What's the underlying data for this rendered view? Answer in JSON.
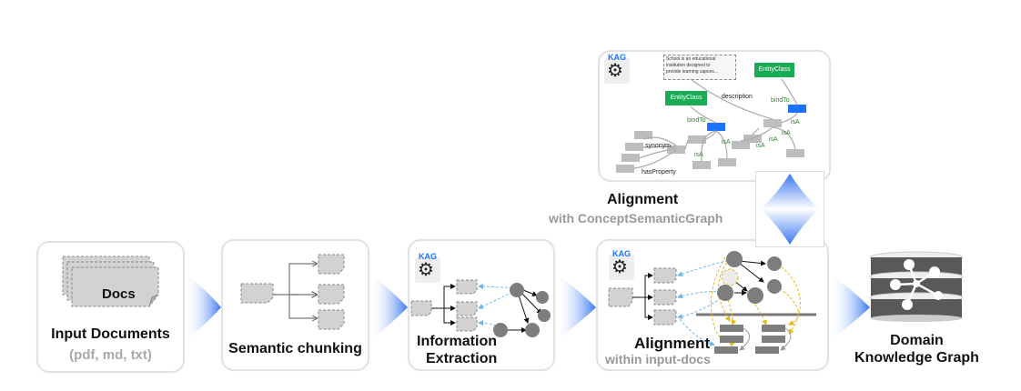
{
  "stages": [
    {
      "title": "Input Documents",
      "subtitle": "(pdf, md, txt)",
      "icon_label": "Docs"
    },
    {
      "title": "Semantic chunking"
    },
    {
      "title_line1": "Information",
      "title_line2": "Extraction",
      "badge": "KAG"
    },
    {
      "title": "Alignment",
      "subtitle": "within input-docs",
      "badge": "KAG"
    },
    {
      "title_line1": "Domain",
      "title_line2": "Knowledge Graph"
    }
  ],
  "concept_graph": {
    "badge": "KAG",
    "title": "Alignment",
    "subtitle": "with ConceptSemanticGraph",
    "note_text": [
      "School is an educational",
      "institution designed to",
      "provide learning sapces..."
    ],
    "entity_class_label": "EntityClass",
    "edge_labels": {
      "description": "description",
      "bindTo": "bindTo",
      "isA": "isA",
      "synonym": "synonym",
      "hasProperty": "hasProperty"
    }
  },
  "icons": {
    "kag_logo": "openai-knot-glyph",
    "flow_arrow": "blue-chevron-arrow",
    "bidirectional_arrow": "blue-diamond-arrow",
    "kg_database": "database-graph-icon"
  },
  "colors": {
    "accent_blue": "#3a78f2",
    "entity_green": "#1aab55",
    "node_gray": "#7d7d7d",
    "link_blue": "#6fb8ee",
    "link_yellow": "#e3b81b",
    "subtitle_gray": "#999999"
  }
}
